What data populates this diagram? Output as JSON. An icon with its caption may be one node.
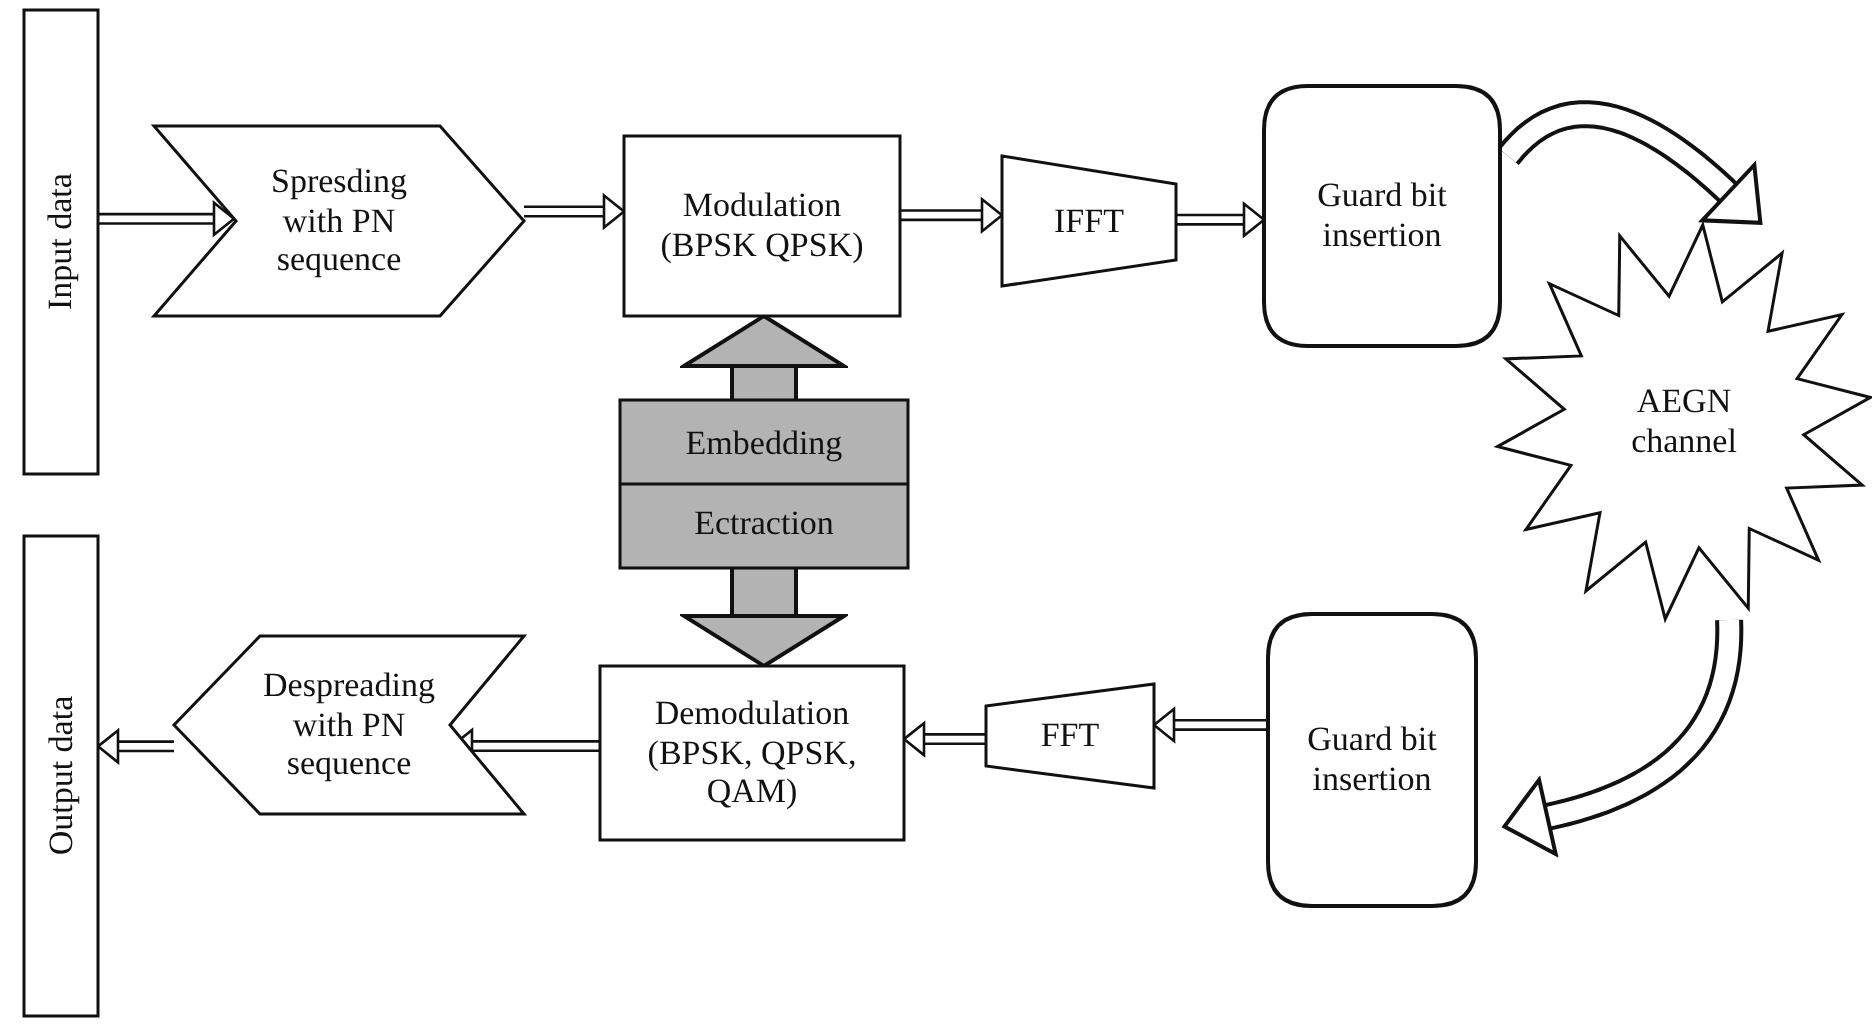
{
  "diagram": {
    "nodes": [
      {
        "text": [
          "Input data"
        ]
      },
      {
        "text": [
          "Spresding with PN sequence"
        ]
      },
      {
        "text": [
          "Modulation (BPSK QPSK)"
        ]
      },
      {
        "text": [
          "IFFT"
        ]
      },
      {
        "text": [
          "Guard bit insertion"
        ]
      },
      {
        "text": [
          "Embedding",
          "Ectraction"
        ]
      },
      {
        "text": [
          "AEGN channel"
        ]
      },
      {
        "text": [
          "Demodulation (BPSK, QPSK, QAM)"
        ]
      },
      {
        "text": [
          "FFT"
        ]
      },
      {
        "text": [
          "Guard bit insertion"
        ]
      },
      {
        "text": [
          "Despreading with PN sequence"
        ]
      },
      {
        "text": [
          "Output data"
        ]
      }
    ],
    "edges": [
      {
        "from": 0,
        "to": 1,
        "arrow": "to"
      },
      {
        "from": 1,
        "to": 2,
        "arrow": "to"
      },
      {
        "from": 2,
        "to": 3,
        "arrow": "to"
      },
      {
        "from": 3,
        "to": 4,
        "arrow": "to"
      },
      {
        "from": 4,
        "to": 6,
        "arrow": "to",
        "style": "thick"
      },
      {
        "from": 6,
        "to": 9,
        "arrow": "to",
        "style": "thick"
      },
      {
        "from": 9,
        "to": 8,
        "arrow": "to"
      },
      {
        "from": 8,
        "to": 7,
        "arrow": "to"
      },
      {
        "from": 7,
        "to": 10,
        "arrow": "to"
      },
      {
        "from": 10,
        "to": 11,
        "arrow": "to"
      },
      {
        "from": 5,
        "to": 2,
        "arrow": "to",
        "style": "thick",
        "color": "#b3b3b3"
      },
      {
        "from": 5,
        "to": 7,
        "arrow": "to",
        "style": "thick",
        "color": "#b3b3b3"
      }
    ]
  }
}
